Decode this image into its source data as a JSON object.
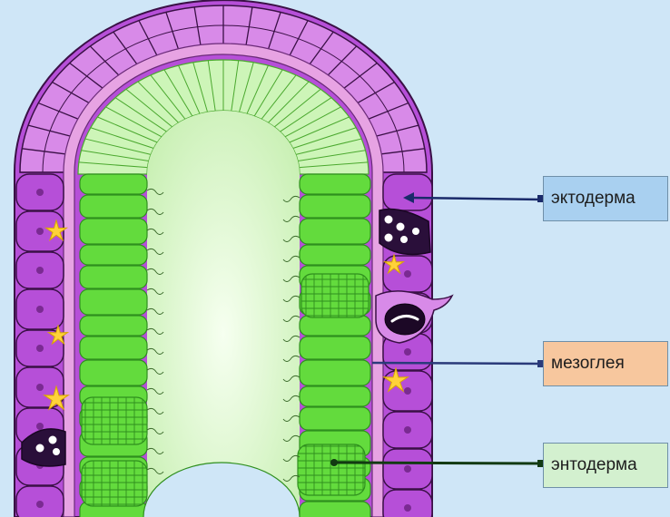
{
  "labels": {
    "ectoderm": "эктодерма",
    "mesoglea": "мезоглея",
    "endoderm": "энтодерма"
  },
  "colors": {
    "background": "#cfe6f7",
    "ectoderm": "#b64fd8",
    "ectoderm_light": "#d88ae8",
    "mesoglea": "#e7a3e3",
    "endoderm": "#5fdc3a",
    "cavity": "#edf9e4",
    "nerve_cell": "#ffd23a"
  }
}
